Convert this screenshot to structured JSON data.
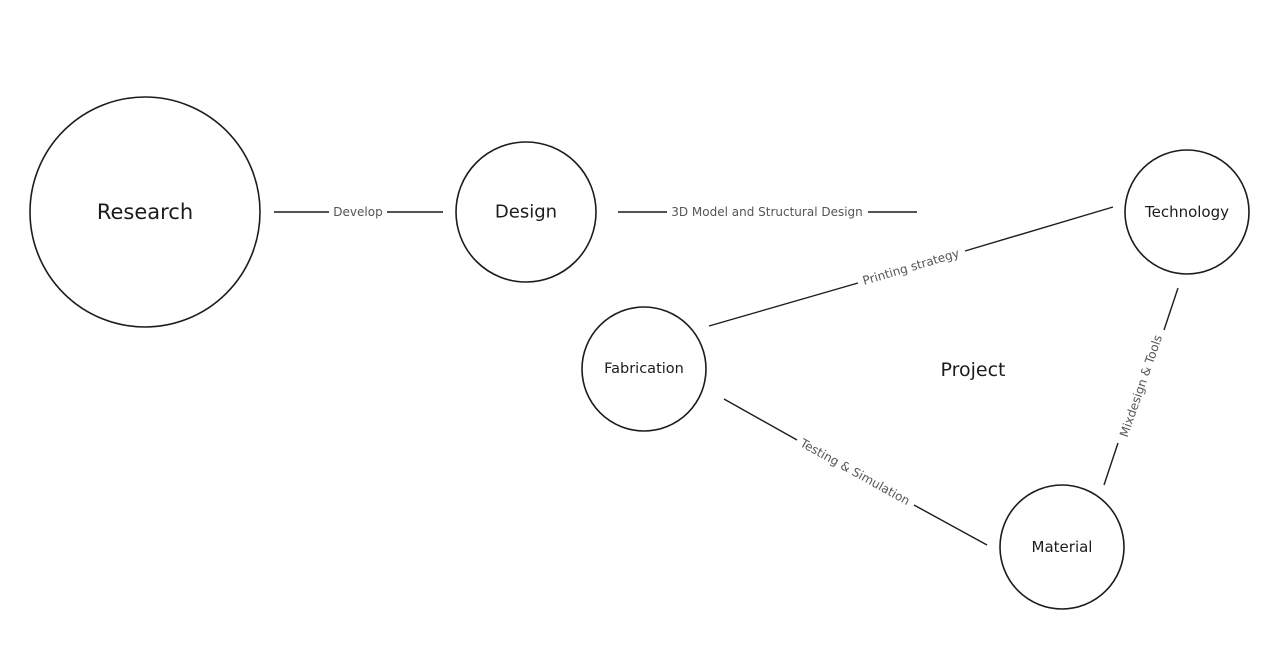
{
  "diagram": {
    "center_label": "Project",
    "nodes": {
      "research": "Research",
      "design": "Design",
      "technology": "Technology",
      "fabrication": "Fabrication",
      "material": "Material"
    },
    "edges": {
      "develop": "Develop",
      "model_structural": "3D Model and Structural Design",
      "printing_strategy": "Printing strategy",
      "testing_simulation": "Testing & Simulation",
      "mixdesign_tools": "Mixdesign & Tools"
    },
    "colors": {
      "stroke": "#1c1c1c",
      "edge_text": "#555555",
      "background": "#ffffff"
    }
  }
}
